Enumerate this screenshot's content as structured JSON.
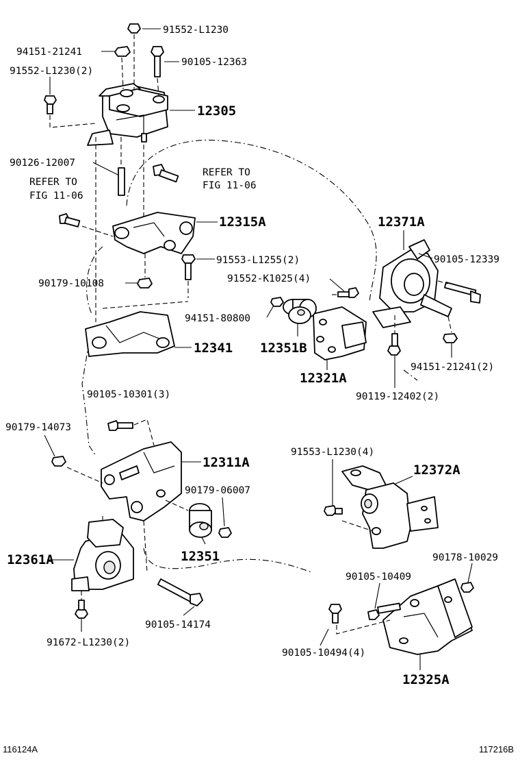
{
  "labels": {
    "p91552_L1230_top": "91552-L1230",
    "p94151_21241": "94151-21241",
    "p90105_12363": "90105-12363",
    "p91552_L1230_2": "91552-L1230(2)",
    "p12305": "12305",
    "p90126_12007": "90126-12007",
    "refer1_line1": "REFER TO",
    "refer1_line2": "FIG 11-06",
    "refer2_line1": "REFER TO",
    "refer2_line2": "FIG 11-06",
    "p12315A": "12315A",
    "p91553_L1255_2": "91553-L1255(2)",
    "p90179_10108": "90179-10108",
    "p12341": "12341",
    "p12371A": "12371A",
    "p90105_12339": "90105-12339",
    "p91552_K1025_4": "91552-K1025(4)",
    "p94151_80800": "94151-80800",
    "p12351B": "12351B",
    "p12321A": "12321A",
    "p94151_21241_2": "94151-21241(2)",
    "p90119_12402_2": "90119-12402(2)",
    "p90105_10301_3": "90105-10301(3)",
    "p90179_14073": "90179-14073",
    "p12311A": "12311A",
    "p90179_06007": "90179-06007",
    "p12351": "12351",
    "p12361A": "12361A",
    "p91672_L1230_2": "91672-L1230(2)",
    "p90105_14174": "90105-14174",
    "p91553_L1230_4": "91553-L1230(4)",
    "p12372A": "12372A",
    "p90178_10029": "90178-10029",
    "p90105_10409": "90105-10409",
    "p90105_10494_4": "90105-10494(4)",
    "p12325A": "12325A"
  },
  "footer": {
    "left_code": "116124A",
    "right_code": "117216B"
  }
}
